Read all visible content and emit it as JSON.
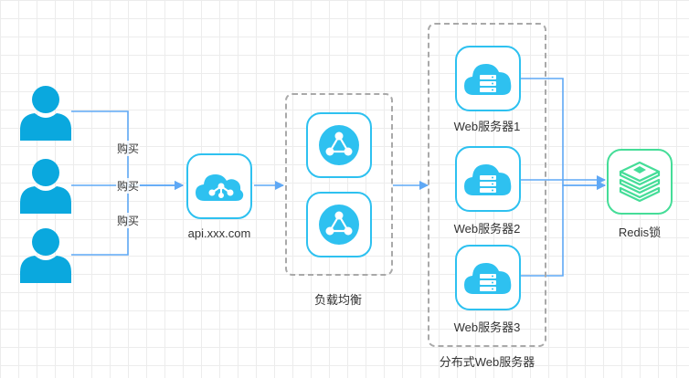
{
  "users": [
    {
      "buy_label": "购买"
    },
    {
      "buy_label": "购买"
    },
    {
      "buy_label": "购买"
    }
  ],
  "gateway": {
    "label": "api.xxx.com"
  },
  "load_balancer_group": {
    "label": "负载均衡"
  },
  "web_group": {
    "label": "分布式Web服务器",
    "servers": [
      {
        "label": "Web服务器1"
      },
      {
        "label": "Web服务器2"
      },
      {
        "label": "Web服务器3"
      }
    ]
  },
  "redis": {
    "label": "Redis锁"
  },
  "colors": {
    "node_blue": "#2ec1f0",
    "user_blue": "#0aa8de",
    "edge_blue": "#5fa8f5",
    "redis_green": "#45dd98",
    "dashed_border": "#a9a9a9"
  },
  "icons": {
    "users": "user-icon",
    "gateway": "cloud-network-icon",
    "load_balancer": "share-network-icon",
    "web_server": "cloud-server-icon",
    "redis": "redis-stack-icon"
  }
}
